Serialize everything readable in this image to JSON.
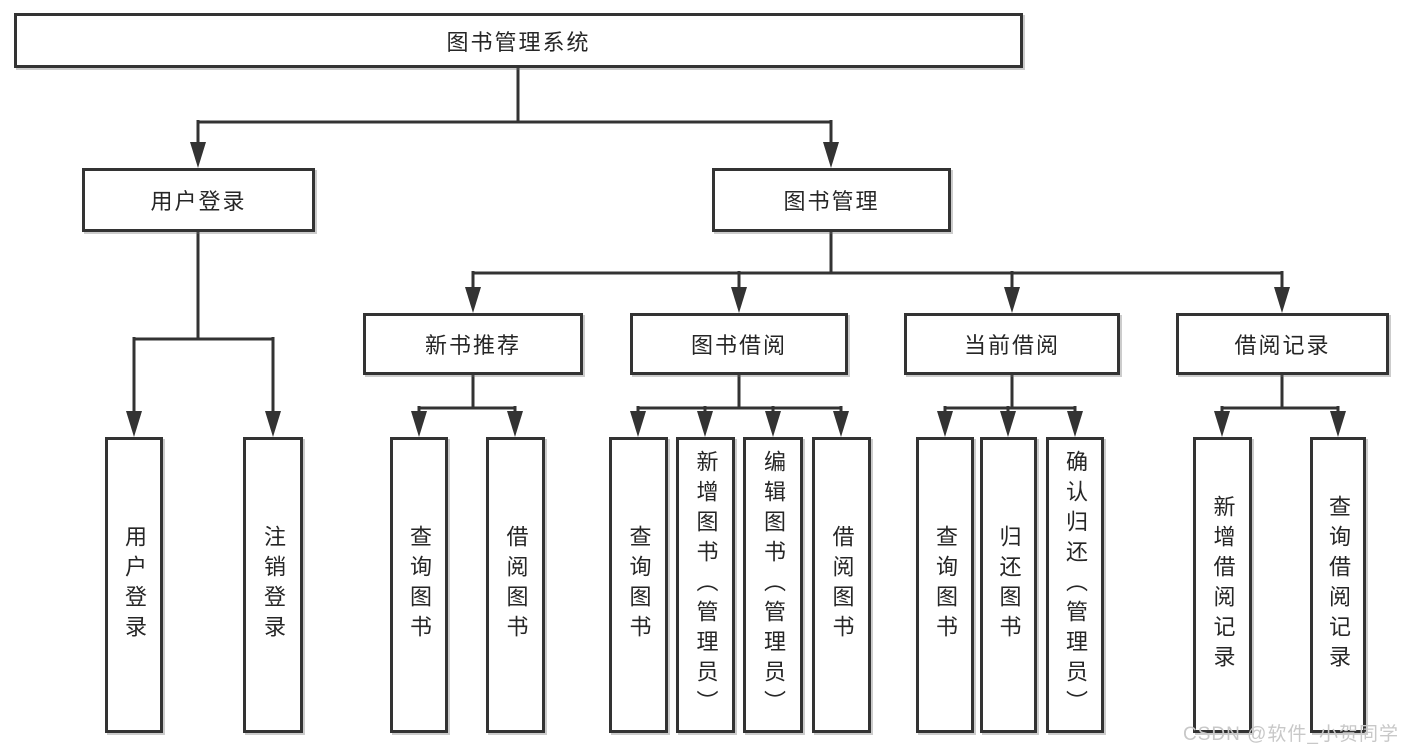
{
  "tree": {
    "root": {
      "label": "图书管理系统"
    },
    "branches": [
      {
        "label": "用户登录",
        "leaves": [
          {
            "label": "用户登录"
          },
          {
            "label": "注销登录"
          }
        ]
      },
      {
        "label": "图书管理",
        "groups": [
          {
            "label": "新书推荐",
            "leaves": [
              {
                "label": "查询图书"
              },
              {
                "label": "借阅图书"
              }
            ]
          },
          {
            "label": "图书借阅",
            "leaves": [
              {
                "label": "查询图书"
              },
              {
                "label": "新增图书（管理员）"
              },
              {
                "label": "编辑图书（管理员）"
              },
              {
                "label": "借阅图书"
              }
            ]
          },
          {
            "label": "当前借阅",
            "leaves": [
              {
                "label": "查询图书"
              },
              {
                "label": "归还图书"
              },
              {
                "label": "确认归还（管理员）"
              }
            ]
          },
          {
            "label": "借阅记录",
            "leaves": [
              {
                "label": "新增借阅记录"
              },
              {
                "label": "查询借阅记录"
              }
            ]
          }
        ]
      }
    ]
  },
  "watermark": {
    "text": "CSDN @软件_小贺同学"
  },
  "colors": {
    "line": "#333333",
    "box_border": "#333333",
    "box_background": "#ffffff",
    "text": "#262626",
    "watermark": "#c8c8c8",
    "page_background": "#ffffff"
  }
}
